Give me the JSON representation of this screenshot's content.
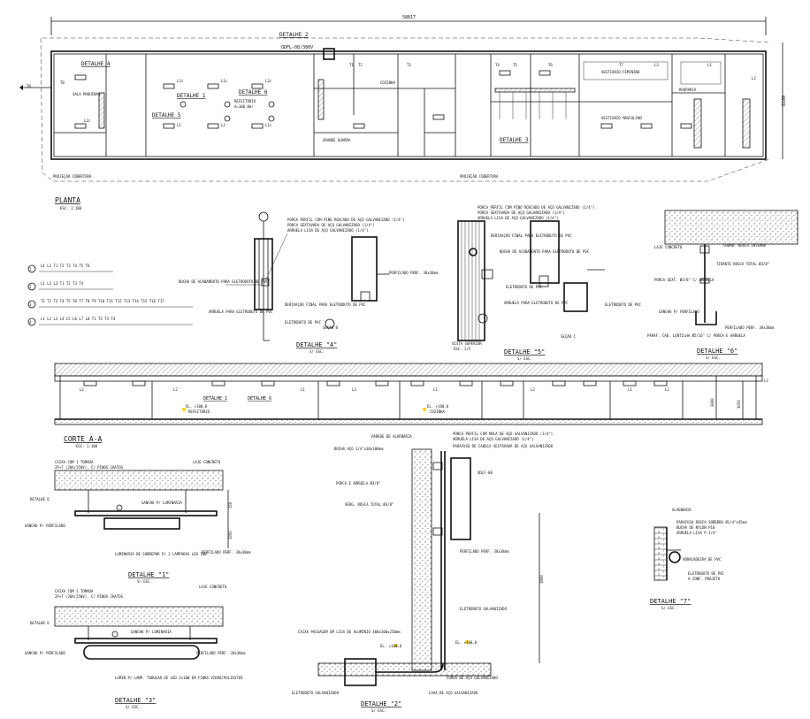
{
  "plan": {
    "overall_dim": "58817",
    "dim_right": "8100",
    "title": "PLANTA",
    "scale": "ESC: 1:100",
    "qdfl": "QDFL-08/380V",
    "upper_cover": "PROJEÇÃO COBERTURA",
    "rooms": [
      "SALA MAQUINAS",
      "VESTIARIO FEMININO",
      "VESTIARIO MASCULINO",
      "ROUPARIA",
      "COZINHA",
      "REFEITÓRIO",
      "GRANDE GUARDA"
    ],
    "refeitorio_area": "A=100,0m²",
    "details_on_plan": [
      "DETALHE 4",
      "DETALHE 1",
      "DETALHE 5",
      "DETALHE 6",
      "DETALHE 2",
      "DETALHE 3"
    ],
    "circuit_labels": [
      "L1",
      "L2",
      "L1c",
      "L2c",
      "L3",
      "T1",
      "T2",
      "T3",
      "T4",
      "T5",
      "T6",
      "T7",
      "T8"
    ]
  },
  "legend": {
    "rows": [
      {
        "sym": "Q1",
        "text": "L1 L2 T1 T2 T3 T4 T5 T6"
      },
      {
        "sym": "Q2",
        "text": "L1 L2 L3 T1 T2 T3 T4"
      },
      {
        "sym": "Q3",
        "text": "T1 T2 T3 T4 T5 T6 T7 T8 T9 T10 T11 T12 T13 T14 T15 T16 T17"
      },
      {
        "sym": "Q4",
        "text": "L1 L2 L3 L4 L5 L6 L7 L8 T1 T2 T3 T4"
      }
    ]
  },
  "detail4": {
    "title": "DETALHE \"4\"",
    "scale": "S/ ESC.",
    "notes": [
      "PORCA PERFIL COM PINO ROSCADO DE AÇO GALVANIZADO (1/4\")",
      "PORCA SEXTAVADA DE AÇO GALVANIZADO (1/4\")",
      "ARRUELA LISA DE AÇO GALVANIZADO (1/4\")",
      "BUCHA DE ACABAMENTO PARA ELETRODUTO DE PVC",
      "PERFILADO PERF. 38x38mm",
      "ARRUELA PARA ELETRODUTO DE PVC",
      "DERIVAÇÃO FINAL PARA ELETRODUTO DE PVC",
      "ELETRODUTO DE PVC"
    ],
    "section_tag": "SEÇÃO B"
  },
  "detail5": {
    "title": "DETALHE \"5\"",
    "scale": "S/ ESC.",
    "notes": [
      "PORCA PERFIL COM PINO ROSCADO DE AÇO GALVANIZADO (1/4\")",
      "PORCA SEXTAVADA DE AÇO GALVANIZADO (1/4\")",
      "ARRUELA LISA DE AÇO GALVANIZADO (1/4\")",
      "DERIVAÇÃO FINAL PARA ELETRODUTO DE PVC",
      "BUCHA DE ACABAMENTO PARA ELETRODUTO DE PVC",
      "ELETRODUTO DE PVC",
      "ARRUELA PARA ELETRODUTO DE PVC",
      "ELETRODUTO DE PVC"
    ],
    "bottom_note": "VISTA SUPERIOR",
    "bottom_scale": "ESC: 1/5",
    "section_tag": "SEÇÃO C"
  },
  "detail6": {
    "title": "DETALHE \"6\"",
    "scale": "S/ ESC.",
    "notes": [
      "LAJE CONCRETO",
      "CHUMB. ROSCA INTERNA",
      "TIRANTE ROSCA TOTAL Ø3/8\"",
      "PORCA SEXT. Ø3/8\" C/ ARRUELA",
      "GANCHO P/ PERFILADO",
      "PERFILADO PERF. 38x38mm",
      "PARAF. CAB. LENTILHA Ø5/16\" C/ PORCA E ARRUELA"
    ]
  },
  "section_aa": {
    "title": "CORTE A-A",
    "scale": "ESC: 1:100",
    "level_1": "EL. +100,0",
    "level_1_name": "REFEITÓRIO",
    "level_2": "EL. +100,0",
    "level_2_name": "COZINHA",
    "right_tag": "L2",
    "dims": [
      "3800",
      "3050"
    ]
  },
  "detail1": {
    "title": "DETALHE \"1\"",
    "scale": "S/ ESC.",
    "notes": [
      "CAIXA COM 1 TOMADA",
      "2P+T (20A/250V), C/ PINOS CHATOS",
      "LAJE CONCRETO",
      "GANCHO P/ LUMINARIA",
      "GANCHO P/ PERFILADO",
      "PERFILADO PERF. 38x38mm",
      "LUMINARIA DE SOBREPOR P/ 2 LAMPADAS LED 18W"
    ],
    "left_ref": "DETALHE 6",
    "dims": [
      "150",
      "1050"
    ]
  },
  "detail3": {
    "title": "DETALHE \"3\"",
    "scale": "S/ ESC.",
    "notes": [
      "CAIXA COM 1 TOMADA",
      "2P+T (20A/250V), C/ PINOS CHATOS",
      "LAJE CONCRETO",
      "GANCHO P/ LUMINARIA",
      "GANCHO P/ PERFILADO",
      "PERFILADO PERF. 38x38mm",
      "LUMIN P/ LAMP. TUBULAR DE LED 2x18W EM FIBRA VIDRO/POLIESTER"
    ],
    "left_ref": "DETALHE 6"
  },
  "detail2": {
    "title": "DETALHE \"2\"",
    "scale": "S/ ESC.",
    "notes": [
      "PAREDE DE ALVENARIA",
      "PORCA PERFIL COM MOLA DE AÇO GALVANIZADO (1/4\")",
      "ARRUELA LISA DE AÇO GALVANIZADO (1/4\")",
      "PARAFUSO DE CABEÇA SEXTAVADA DE AÇO GALVANIZADO",
      "BUCHA AÇO 1/4\"x30x100mm",
      "PORCA E ARRUELA Ø3/8\"",
      "VERG. ROSCA TOTAL Ø3/8\"",
      "QDLF-08",
      "PERFILADO PERF. 38x38mm",
      "ELETRODUTO GALVANIZADO",
      "CAIXA PASSAGEM EM LIGA DE ALUMÍNIO 400x300x250mm",
      "ELETRODUTO GALVANIZADO",
      "CURVA DE AÇO GALVANIZADO",
      "LUVA DE AÇO GALVANIZADO"
    ],
    "levels": [
      "EL. +100,0",
      "EL. +100,0"
    ],
    "dims": [
      "1800"
    ]
  },
  "detail7": {
    "title": "DETALHE \"7\"",
    "scale": "S/ ESC.",
    "notes": [
      "ALVENARIA",
      "PARAFUSO ROSCA SOBERBA Ø1/4\"x45mm",
      "BUCHA DE NYLON P10",
      "ARRUELA LISA P 1/4\"",
      "ABRACADEIRA DE PVC",
      "ELETRODUTO DE PVC",
      "A CONF. PROJETO"
    ]
  }
}
